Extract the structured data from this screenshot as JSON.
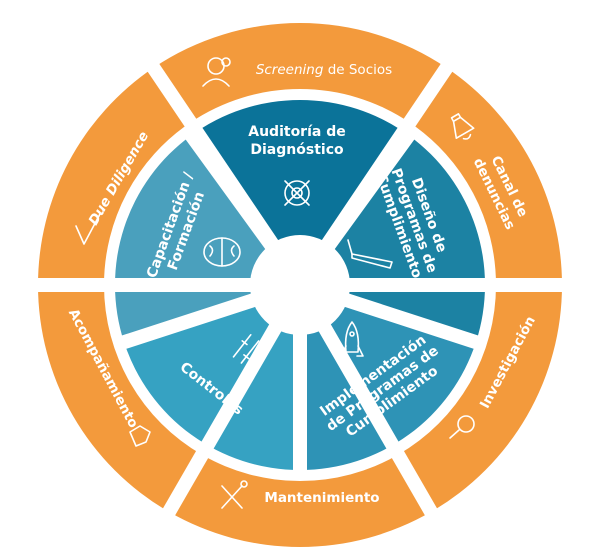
{
  "colors": {
    "outer": "#f39a3c",
    "gap": "#ffffff",
    "inner": [
      "#0b7399",
      "#1c82a3",
      "#2e93b6",
      "#36a2c2",
      "#4aa0bd"
    ]
  },
  "outer": [
    {
      "id": "screening",
      "em": "Screening",
      "rest": " de Socios",
      "icon": "person-search-icon"
    },
    {
      "id": "canal",
      "lines": [
        "Canal de",
        "denuncias"
      ],
      "icon": "megaphone-icon"
    },
    {
      "id": "investigacion",
      "lines": [
        "Investigación"
      ],
      "icon": "magnifier-icon"
    },
    {
      "id": "mantenimiento",
      "lines": [
        "Mantenimiento"
      ],
      "icon": "tools-icon"
    },
    {
      "id": "acompanamiento",
      "lines": [
        "Acompañamiento"
      ],
      "icon": "handshake-icon"
    },
    {
      "id": "due",
      "lines": [
        "Due Diligence"
      ],
      "icon": "checkmark-icon"
    }
  ],
  "inner": [
    {
      "id": "auditoria",
      "lines": [
        "Auditoría de",
        "Diagnóstico"
      ],
      "icon": "target-icon"
    },
    {
      "id": "diseno",
      "lines": [
        "Diseño de",
        "Programas de",
        "Cumplimiento"
      ],
      "icon": "pen-icon"
    },
    {
      "id": "implementacion",
      "lines": [
        "Implementación",
        "de Programas de",
        "Cumplimiento"
      ],
      "icon": "rocket-icon"
    },
    {
      "id": "controles",
      "lines": [
        "Controles"
      ],
      "icon": "sliders-icon"
    },
    {
      "id": "capacitacion",
      "lines": [
        "Capacitación /",
        "Formación"
      ],
      "icon": "brain-icon"
    }
  ]
}
